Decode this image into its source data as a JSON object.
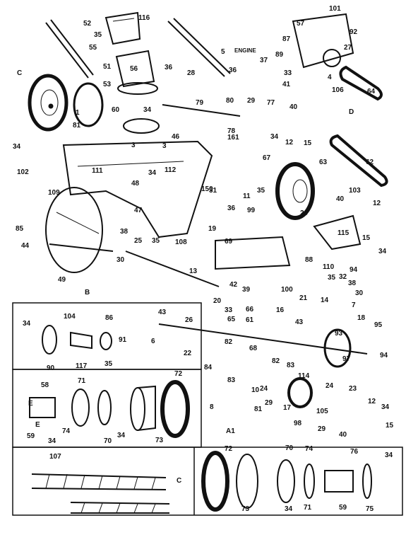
{
  "callouts": [
    {
      "id": "c52",
      "text": "52"
    },
    {
      "id": "c116",
      "text": "116"
    },
    {
      "id": "c101",
      "text": "101"
    },
    {
      "id": "c57",
      "text": "57"
    },
    {
      "id": "c92",
      "text": "92"
    },
    {
      "id": "c35a",
      "text": "35"
    },
    {
      "id": "c87",
      "text": "87"
    },
    {
      "id": "c55",
      "text": "55"
    },
    {
      "id": "c5",
      "text": "5"
    },
    {
      "id": "cengine",
      "text": "ENGINE"
    },
    {
      "id": "c89",
      "text": "89"
    },
    {
      "id": "c27",
      "text": "27"
    },
    {
      "id": "c37",
      "text": "37"
    },
    {
      "id": "c51",
      "text": "51"
    },
    {
      "id": "c36a",
      "text": "36"
    },
    {
      "id": "cC1",
      "text": "C"
    },
    {
      "id": "c56",
      "text": "56"
    },
    {
      "id": "c28",
      "text": "28"
    },
    {
      "id": "c36b",
      "text": "36"
    },
    {
      "id": "c33a",
      "text": "33"
    },
    {
      "id": "c4",
      "text": "4"
    },
    {
      "id": "c53",
      "text": "53"
    },
    {
      "id": "c41",
      "text": "41"
    },
    {
      "id": "c106",
      "text": "106"
    },
    {
      "id": "c64",
      "text": "64"
    },
    {
      "id": "c60",
      "text": "60"
    },
    {
      "id": "c34a",
      "text": "34"
    },
    {
      "id": "c79",
      "text": "79"
    },
    {
      "id": "c80",
      "text": "80"
    },
    {
      "id": "c29a",
      "text": "29"
    },
    {
      "id": "c77",
      "text": "77"
    },
    {
      "id": "c40a",
      "text": "40"
    },
    {
      "id": "cD1",
      "text": "D"
    },
    {
      "id": "c1",
      "text": "1"
    },
    {
      "id": "c81",
      "text": "81"
    },
    {
      "id": "c78",
      "text": "78"
    },
    {
      "id": "c34b",
      "text": "34"
    },
    {
      "id": "c12a",
      "text": "12"
    },
    {
      "id": "c15a",
      "text": "15"
    },
    {
      "id": "c161",
      "text": "161"
    },
    {
      "id": "c46",
      "text": "46"
    },
    {
      "id": "c34c",
      "text": "34"
    },
    {
      "id": "c3a",
      "text": "3"
    },
    {
      "id": "c3b",
      "text": "3"
    },
    {
      "id": "c62",
      "text": "62"
    },
    {
      "id": "c102",
      "text": "102"
    },
    {
      "id": "c111",
      "text": "111"
    },
    {
      "id": "c67",
      "text": "67"
    },
    {
      "id": "c34d",
      "text": "34"
    },
    {
      "id": "c112",
      "text": "112"
    },
    {
      "id": "c63",
      "text": "63"
    },
    {
      "id": "c48",
      "text": "48"
    },
    {
      "id": "c31",
      "text": "31"
    },
    {
      "id": "c35b",
      "text": "35"
    },
    {
      "id": "c150",
      "text": "150"
    },
    {
      "id": "c11",
      "text": "11"
    },
    {
      "id": "c109",
      "text": "109"
    },
    {
      "id": "c103",
      "text": "103"
    },
    {
      "id": "c40b",
      "text": "40"
    },
    {
      "id": "c12b",
      "text": "12"
    },
    {
      "id": "c36c",
      "text": "36"
    },
    {
      "id": "c99",
      "text": "99"
    },
    {
      "id": "c47",
      "text": "47"
    },
    {
      "id": "c19",
      "text": "19"
    },
    {
      "id": "c20a",
      "text": "20"
    },
    {
      "id": "c85",
      "text": "85"
    },
    {
      "id": "c38a",
      "text": "38"
    },
    {
      "id": "c25",
      "text": "25"
    },
    {
      "id": "c35c",
      "text": "35"
    },
    {
      "id": "c108",
      "text": "108"
    },
    {
      "id": "c115",
      "text": "115"
    },
    {
      "id": "c15b",
      "text": "15"
    },
    {
      "id": "c44",
      "text": "44"
    },
    {
      "id": "c69",
      "text": "69"
    },
    {
      "id": "c88",
      "text": "88"
    },
    {
      "id": "c34e",
      "text": "34"
    },
    {
      "id": "c30a",
      "text": "30"
    },
    {
      "id": "c110",
      "text": "110"
    },
    {
      "id": "c94a",
      "text": "94"
    },
    {
      "id": "c49",
      "text": "49"
    },
    {
      "id": "c13",
      "text": "13"
    },
    {
      "id": "c35d",
      "text": "35"
    },
    {
      "id": "c32",
      "text": "32"
    },
    {
      "id": "c38b",
      "text": "38"
    },
    {
      "id": "c42",
      "text": "42"
    },
    {
      "id": "c39",
      "text": "39"
    },
    {
      "id": "c100",
      "text": "100"
    },
    {
      "id": "c14",
      "text": "14"
    },
    {
      "id": "c30b",
      "text": "30"
    },
    {
      "id": "c20b",
      "text": "20"
    },
    {
      "id": "c21",
      "text": "21"
    },
    {
      "id": "c7",
      "text": "7"
    },
    {
      "id": "cB1",
      "text": "B"
    },
    {
      "id": "c43a",
      "text": "43"
    },
    {
      "id": "c33b",
      "text": "33"
    },
    {
      "id": "c66",
      "text": "66"
    },
    {
      "id": "c16",
      "text": "16"
    },
    {
      "id": "c18",
      "text": "18"
    },
    {
      "id": "c104",
      "text": "104"
    },
    {
      "id": "c86",
      "text": "86"
    },
    {
      "id": "c34f",
      "text": "34"
    },
    {
      "id": "c26",
      "text": "26"
    },
    {
      "id": "c65",
      "text": "65"
    },
    {
      "id": "c61",
      "text": "61"
    },
    {
      "id": "c43b",
      "text": "43"
    },
    {
      "id": "c95",
      "text": "95"
    },
    {
      "id": "c91",
      "text": "91"
    },
    {
      "id": "c6",
      "text": "6"
    },
    {
      "id": "c93",
      "text": "93"
    },
    {
      "id": "c68",
      "text": "68"
    },
    {
      "id": "c22",
      "text": "22"
    },
    {
      "id": "c82a",
      "text": "82"
    },
    {
      "id": "c90",
      "text": "90"
    },
    {
      "id": "c117",
      "text": "117"
    },
    {
      "id": "c35e",
      "text": "35"
    },
    {
      "id": "c97",
      "text": "97"
    },
    {
      "id": "c94b",
      "text": "94"
    },
    {
      "id": "c84",
      "text": "84"
    },
    {
      "id": "c82b",
      "text": "82"
    },
    {
      "id": "c83a",
      "text": "83"
    },
    {
      "id": "c58",
      "text": "58"
    },
    {
      "id": "c71a",
      "text": "71"
    },
    {
      "id": "c72a",
      "text": "72"
    },
    {
      "id": "c83b",
      "text": "83"
    },
    {
      "id": "c114",
      "text": "114"
    },
    {
      "id": "c10",
      "text": "10"
    },
    {
      "id": "c24a",
      "text": "24"
    },
    {
      "id": "c24b",
      "text": "24"
    },
    {
      "id": "c23",
      "text": "23"
    },
    {
      "id": "c81b",
      "text": "81"
    },
    {
      "id": "c29b",
      "text": "29"
    },
    {
      "id": "c17",
      "text": "17"
    },
    {
      "id": "c12c",
      "text": "12"
    },
    {
      "id": "c8",
      "text": "8"
    },
    {
      "id": "c98",
      "text": "98"
    },
    {
      "id": "c34g",
      "text": "34"
    },
    {
      "id": "c105",
      "text": "105"
    },
    {
      "id": "c59a",
      "text": "59"
    },
    {
      "id": "c74a",
      "text": "74"
    },
    {
      "id": "c34h",
      "text": "34"
    },
    {
      "id": "c70a",
      "text": "70"
    },
    {
      "id": "c34i",
      "text": "34"
    },
    {
      "id": "c73a",
      "text": "73"
    },
    {
      "id": "c29c",
      "text": "29"
    },
    {
      "id": "c40c",
      "text": "40"
    },
    {
      "id": "c15c",
      "text": "15"
    },
    {
      "id": "cA1",
      "text": "A1"
    },
    {
      "id": "c107",
      "text": "107"
    },
    {
      "id": "c72b",
      "text": "72"
    },
    {
      "id": "c70b",
      "text": "70"
    },
    {
      "id": "c74b",
      "text": "74"
    },
    {
      "id": "c76",
      "text": "76"
    },
    {
      "id": "c34j",
      "text": "34"
    },
    {
      "id": "cC2",
      "text": "C"
    },
    {
      "id": "c73b",
      "text": "73"
    },
    {
      "id": "c34k",
      "text": "34"
    },
    {
      "id": "c71b",
      "text": "71"
    },
    {
      "id": "c59b",
      "text": "59"
    },
    {
      "id": "c75",
      "text": "75"
    },
    {
      "id": "cE1",
      "text": "E"
    },
    {
      "id": "cE2",
      "text": "E"
    }
  ]
}
